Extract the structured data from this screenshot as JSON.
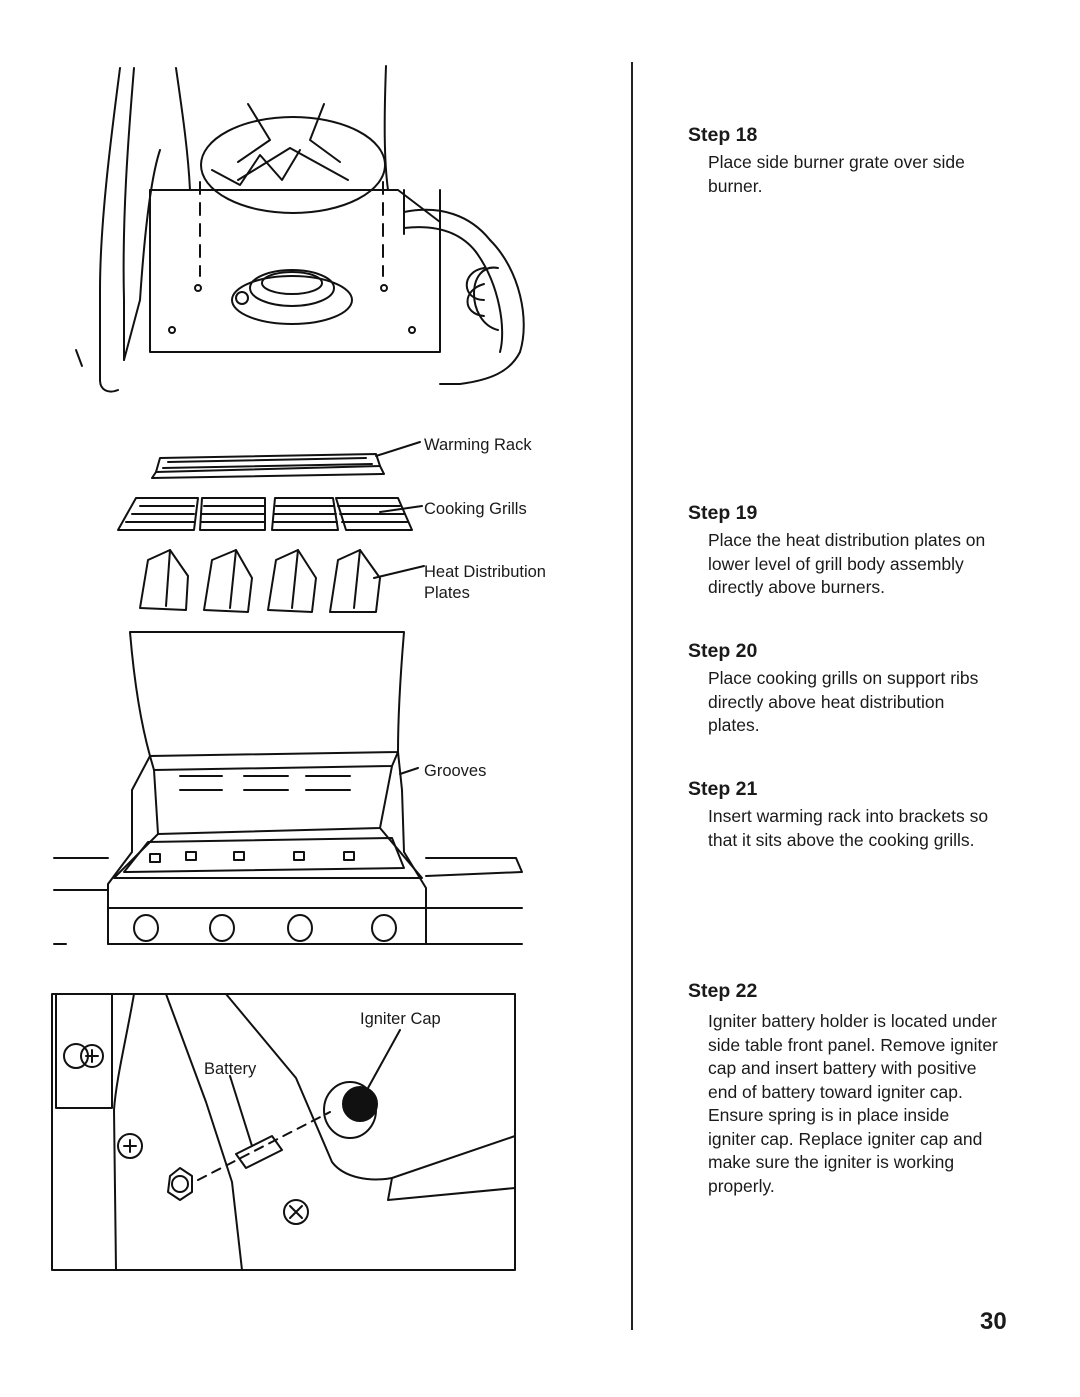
{
  "callouts": {
    "warming_rack": "Warming Rack",
    "cooking_grills": "Cooking Grills",
    "heat_distribution_plates": "Heat Distribution Plates",
    "grooves": "Grooves",
    "igniter_cap": "Igniter Cap",
    "battery": "Battery"
  },
  "steps": [
    {
      "title": "Step 18",
      "text": "Place side burner grate over side burner."
    },
    {
      "title": "Step 19",
      "text": "Place the heat distribution plates on lower level of grill body assembly directly above burners."
    },
    {
      "title": "Step 20",
      "text": "Place cooking grills on support ribs directly above heat distribution plates."
    },
    {
      "title": "Step 21",
      "text": "Insert warming rack into brackets so that it sits above the cooking grills."
    },
    {
      "title": "Step 22",
      "text": "Igniter battery holder is located under side table front panel. Remove igniter cap and insert battery with positive end of battery toward igniter cap. Ensure spring is in place inside igniter cap. Replace igniter cap and make sure the igniter is working properly."
    }
  ],
  "page_number": "30"
}
